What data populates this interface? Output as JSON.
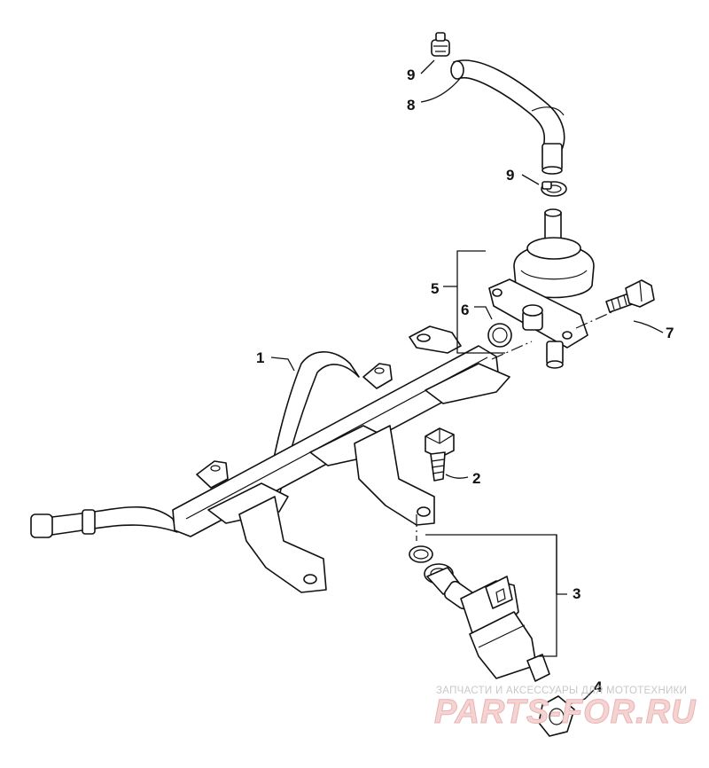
{
  "callouts": {
    "c1": "1",
    "c2": "2",
    "c3": "3",
    "c4": "4",
    "c5": "5",
    "c6": "6",
    "c7": "7",
    "c8": "8",
    "c9_top": "9",
    "c9_mid": "9"
  },
  "watermark": {
    "tagline": "ЗАПЧАСТИ И АКСЕССУАРЫ ДЛЯ МОТОТЕХНИКИ",
    "logo": "PARTS-FOR.RU"
  },
  "colors": {
    "line": "#111111",
    "watermark_red": "#eab3b3"
  }
}
